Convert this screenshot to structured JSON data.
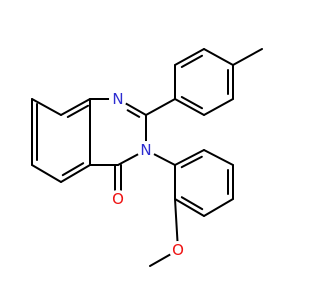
{
  "molecule": {
    "atoms": {
      "n1": {
        "symbol": "N",
        "color": "#2d2dd0"
      },
      "n3": {
        "symbol": "N",
        "color": "#2d2dd0"
      },
      "o_carbonyl": {
        "symbol": "O",
        "color": "#ee1111"
      },
      "o_methoxy": {
        "symbol": "O",
        "color": "#ee1111"
      }
    },
    "bond_color": "#000000"
  }
}
